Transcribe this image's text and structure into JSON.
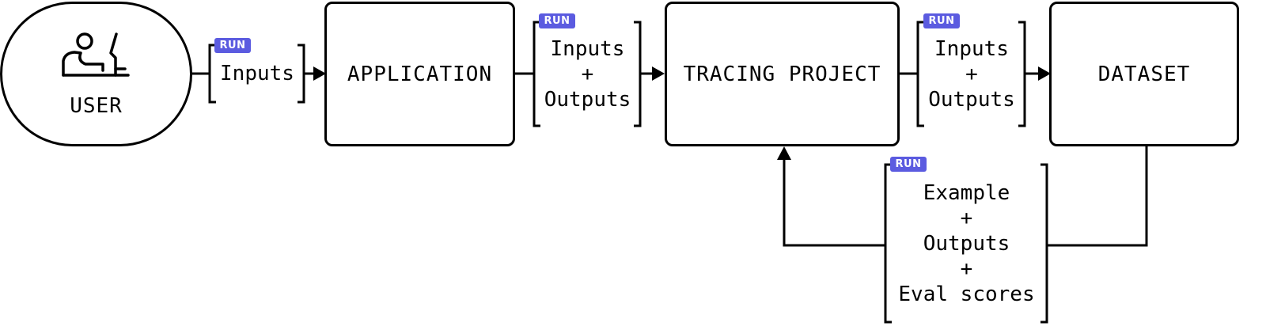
{
  "nodes": {
    "user": "USER",
    "application": "APPLICATION",
    "tracing_project": "TRACING PROJECT",
    "dataset": "DATASET"
  },
  "badge_label": "RUN",
  "payloads": {
    "user_to_app": [
      "Inputs"
    ],
    "app_to_tracing": [
      "Inputs",
      "+",
      "Outputs"
    ],
    "tracing_to_dataset": [
      "Inputs",
      "+",
      "Outputs"
    ],
    "dataset_to_tracing": [
      "Example",
      "+",
      "Outputs",
      "+",
      "Eval scores"
    ]
  },
  "icons": {
    "user": "person-at-computer-icon"
  }
}
